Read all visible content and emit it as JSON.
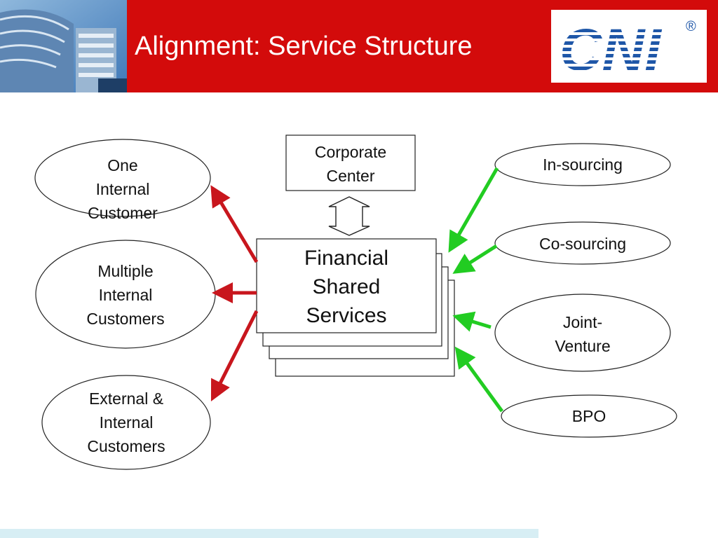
{
  "slide": {
    "title": "Alignment: Service Structure",
    "logo_text": "CNI",
    "logo_mark": "®"
  },
  "diagram": {
    "center": {
      "lines": [
        "Financial",
        "Shared",
        "Services"
      ]
    },
    "corporate_center": {
      "lines": [
        "Corporate",
        "Center"
      ]
    },
    "customer_models": [
      {
        "lines": [
          "One",
          "Internal",
          "Customer"
        ]
      },
      {
        "lines": [
          "Multiple",
          "Internal",
          "Customers"
        ]
      },
      {
        "lines": [
          "External &",
          "Internal",
          "Customers"
        ]
      }
    ],
    "sourcing_models": [
      {
        "lines": [
          "In-sourcing"
        ]
      },
      {
        "lines": [
          "Co-sourcing"
        ]
      },
      {
        "lines": [
          "Joint-",
          "Venture"
        ]
      },
      {
        "lines": [
          "BPO"
        ]
      }
    ]
  },
  "colors": {
    "header": "#d30b0b",
    "outgoing_arrow": "#c8161d",
    "incoming_arrow": "#22cc22",
    "logo_blue": "#1f57a8"
  }
}
